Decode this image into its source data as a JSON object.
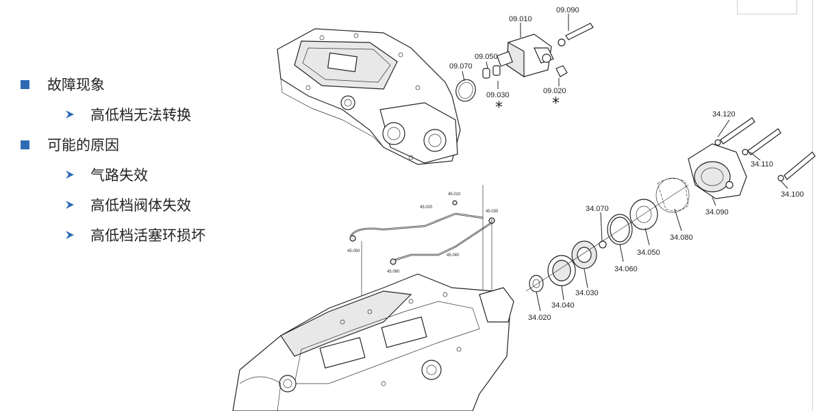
{
  "bullets": [
    {
      "level": 1,
      "text": "故障现象"
    },
    {
      "level": 2,
      "text": "高低档无法转换"
    },
    {
      "level": 1,
      "text": "可能的原因"
    },
    {
      "level": 2,
      "text": "气路失效"
    },
    {
      "level": 2,
      "text": "高低档阀体失效"
    },
    {
      "level": 2,
      "text": "高低档活塞环损坏"
    }
  ],
  "colors": {
    "bullet_square": "#2e6bb5",
    "bullet_arrow": "#2e6bb5"
  },
  "labels": {
    "p09010": "09.010",
    "p09090": "09.090",
    "p09050": "09.050",
    "p09070": "09.070",
    "p09030": "09.030",
    "p09020": "09.020",
    "star1": "*",
    "star2": "*",
    "p45010": "45.010",
    "p45020": "45.020",
    "p45030": "45.030",
    "p45040": "45.040",
    "p45050": "45.050",
    "p45060": "45.060",
    "p34120": "34.120",
    "p34110": "34.110",
    "p34100": "34.100",
    "p34090": "34.090",
    "p34080": "34.080",
    "p34070": "34.070",
    "p34060": "34.060",
    "p34050": "34.050",
    "p34040": "34.040",
    "p34030": "34.030",
    "p34020": "34.020"
  }
}
